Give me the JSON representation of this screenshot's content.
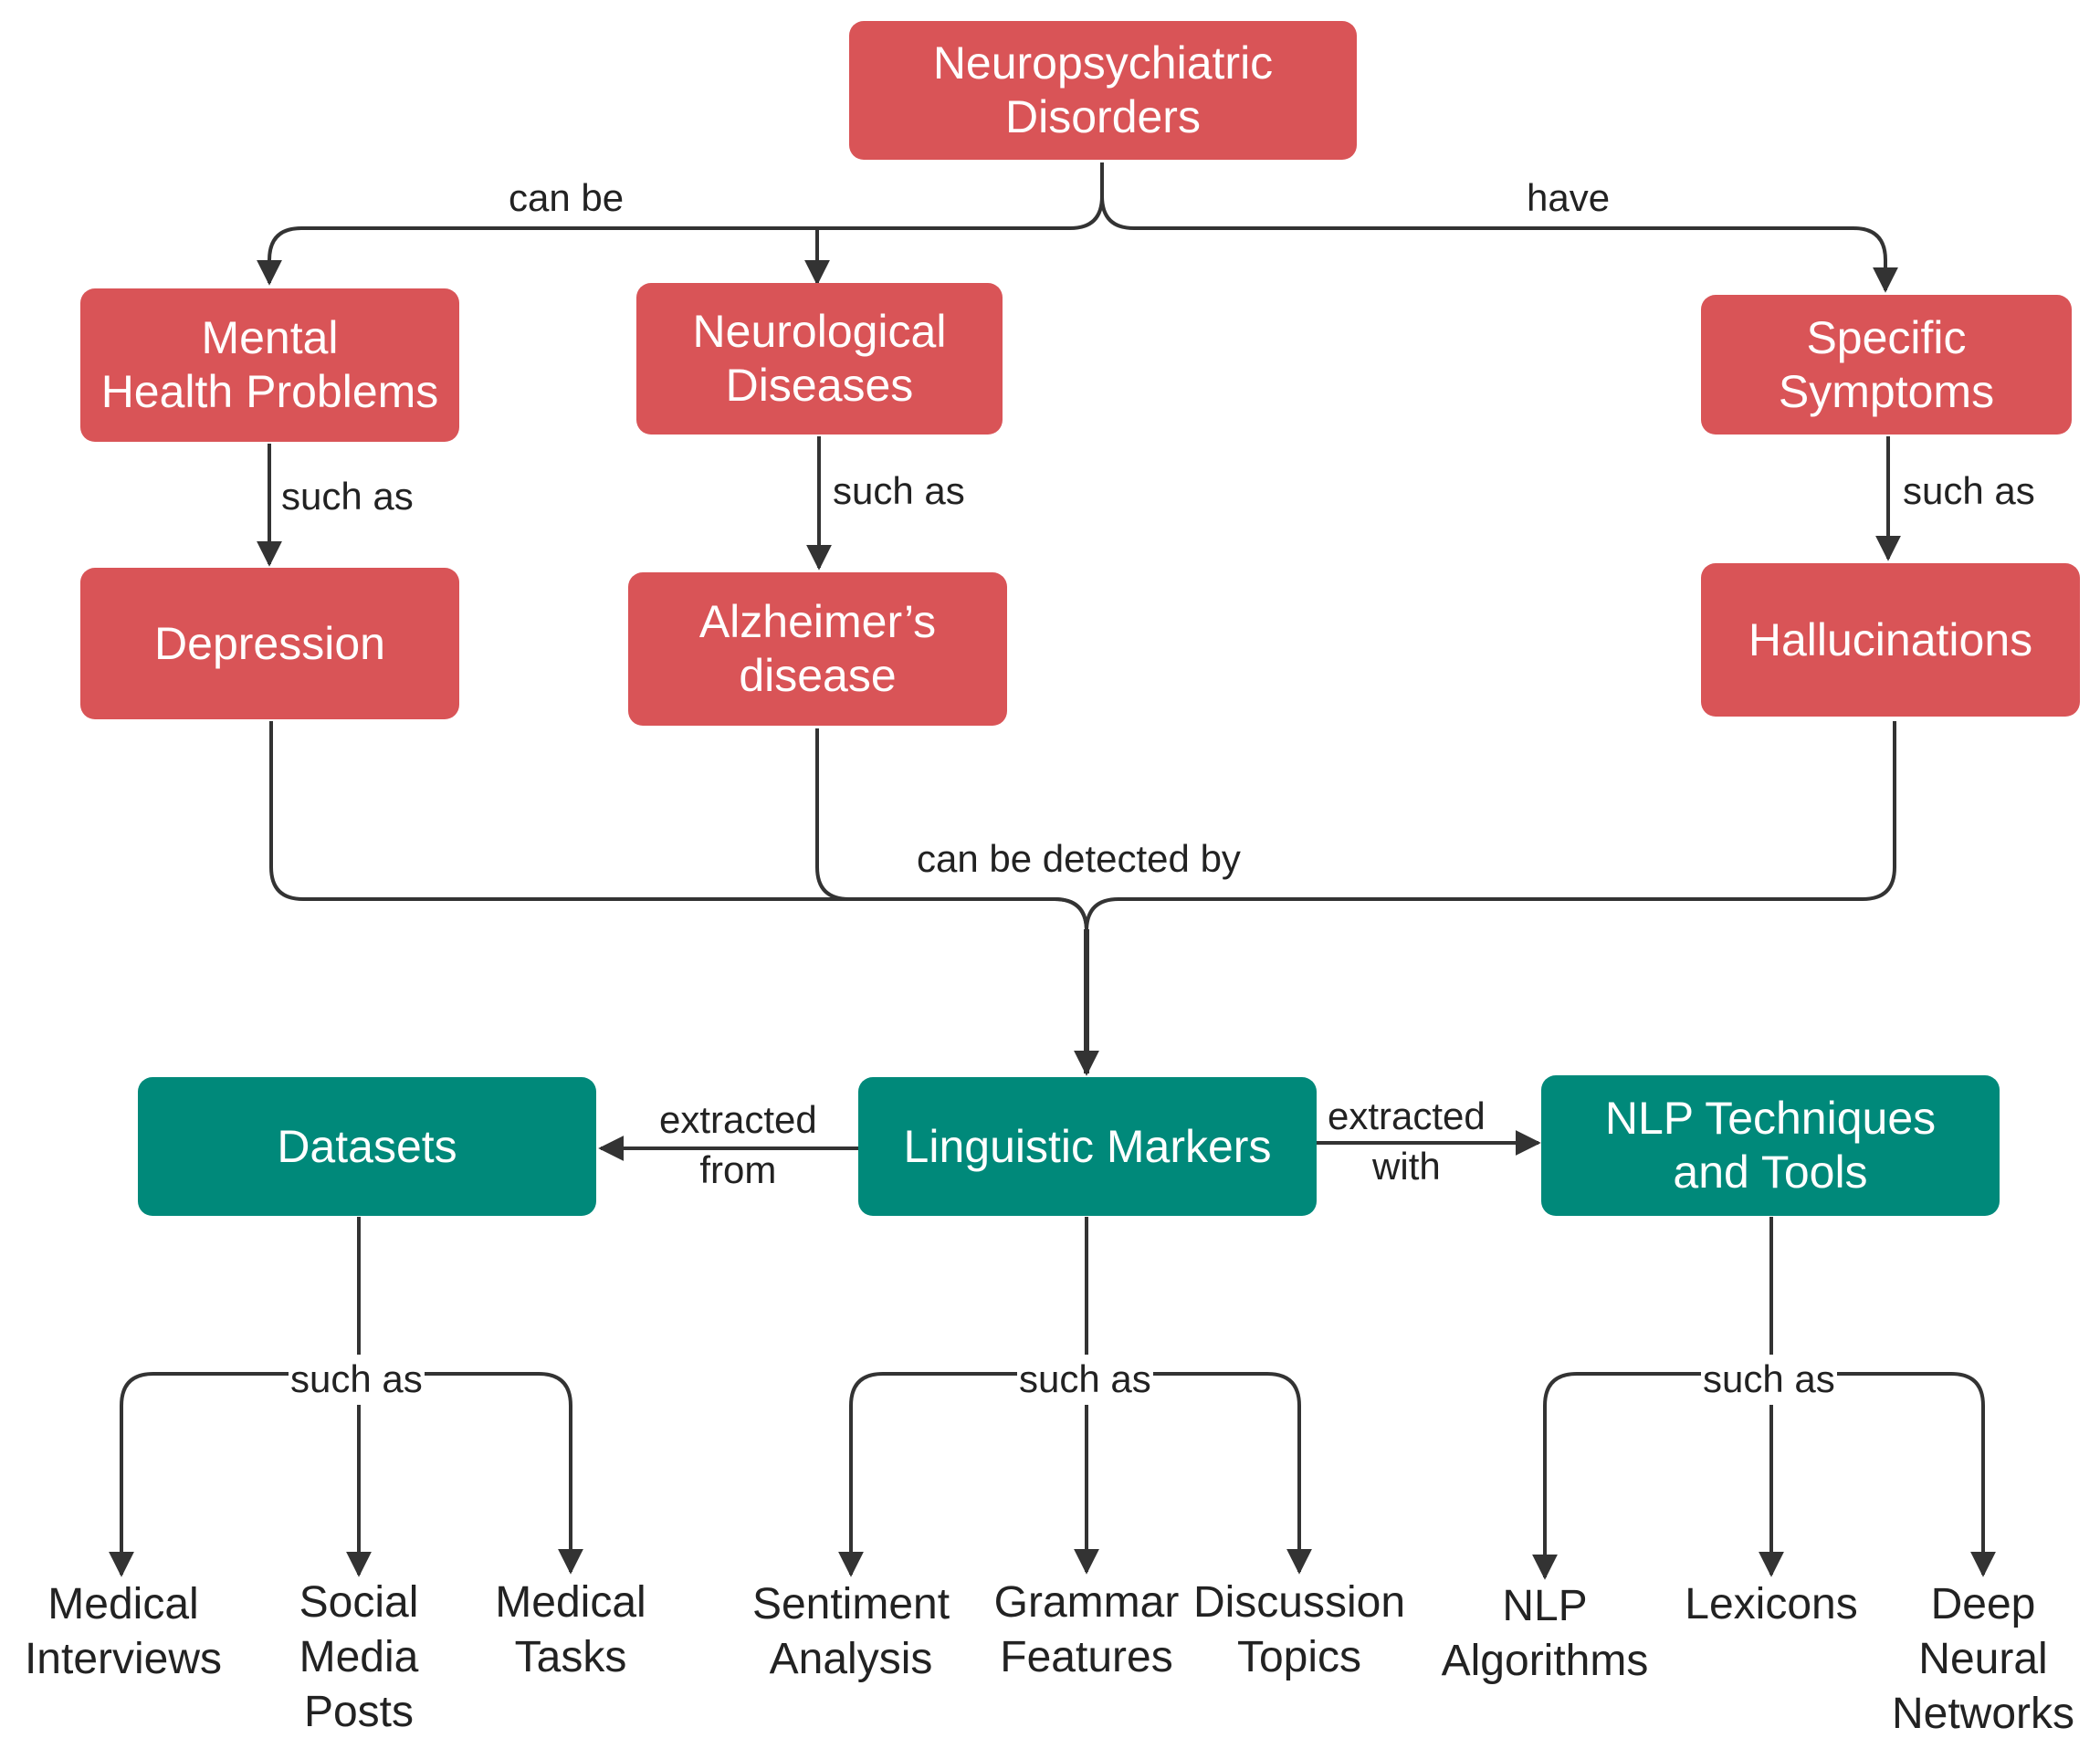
{
  "nodes": {
    "neuropsychiatric_disorders": {
      "lines": [
        "Neuropsychiatric",
        "Disorders"
      ],
      "color": "#d95457"
    },
    "mental_health_problems": {
      "lines": [
        "Mental",
        "Health Problems"
      ],
      "color": "#d95457"
    },
    "neurological_diseases": {
      "lines": [
        "Neurological",
        "Diseases"
      ],
      "color": "#d95457"
    },
    "specific_symptoms": {
      "lines": [
        "Specific",
        "Symptoms"
      ],
      "color": "#d95457"
    },
    "depression": {
      "lines": [
        "Depression"
      ],
      "color": "#d95457"
    },
    "alzheimers_disease": {
      "lines": [
        "Alzheimer’s",
        "disease"
      ],
      "color": "#d95457"
    },
    "hallucinations": {
      "lines": [
        "Hallucinations"
      ],
      "color": "#d95457"
    },
    "linguistic_markers": {
      "lines": [
        "Linguistic Markers"
      ],
      "color": "#00897a"
    },
    "datasets": {
      "lines": [
        "Datasets"
      ],
      "color": "#00897a"
    },
    "nlp_techniques": {
      "lines": [
        "NLP Techniques",
        "and Tools"
      ],
      "color": "#00897a"
    }
  },
  "edge_labels": {
    "can_be": "can be",
    "have": "have",
    "such_as_mental": "such as",
    "such_as_neuro": "such as",
    "such_as_symptoms": "such as",
    "can_be_detected_by": "can be detected by",
    "extracted_from": [
      "extracted",
      "from"
    ],
    "extracted_with": [
      "extracted",
      "with"
    ],
    "such_as_datasets": "such as",
    "such_as_markers": "such as",
    "such_as_nlp": "such as"
  },
  "leaves": {
    "medical_interviews": [
      "Medical",
      "Interviews"
    ],
    "social_media_posts": [
      "Social",
      "Media",
      "Posts"
    ],
    "medical_tasks": [
      "Medical",
      "Tasks"
    ],
    "sentiment_analysis": [
      "Sentiment",
      "Analysis"
    ],
    "grammar_features": [
      "Grammar",
      "Features"
    ],
    "discussion_topics": [
      "Discussion",
      "Topics"
    ],
    "nlp_algorithms": [
      "NLP",
      "Algorithms"
    ],
    "lexicons": [
      "Lexicons"
    ],
    "deep_neural_networks": [
      "Deep",
      "Neural",
      "Networks"
    ]
  },
  "colors": {
    "red_node": "#d95457",
    "green_node": "#00897a",
    "connector": "#333333"
  }
}
